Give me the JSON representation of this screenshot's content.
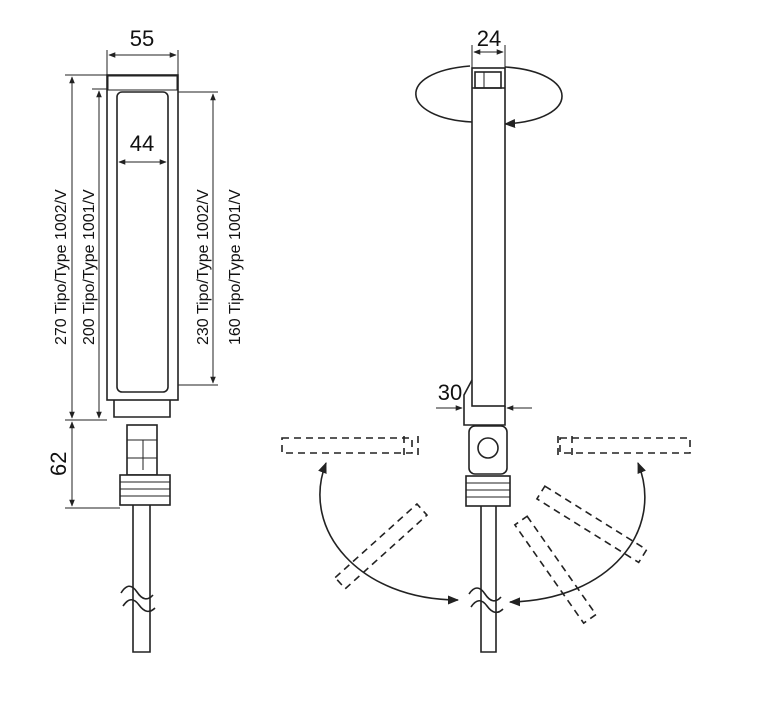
{
  "dimensions": {
    "width_front": "55",
    "inner_width": "44",
    "width_side": "24",
    "side_offset": "30",
    "stem_height": "62"
  },
  "labels": {
    "length_270": "270 Tipo/Type 1002/V",
    "length_200": "200 Tipo/Type 1001/V",
    "length_230": "230 Tipo/Type 1002/V",
    "length_160": "160 Tipo/Type 1001/V"
  }
}
